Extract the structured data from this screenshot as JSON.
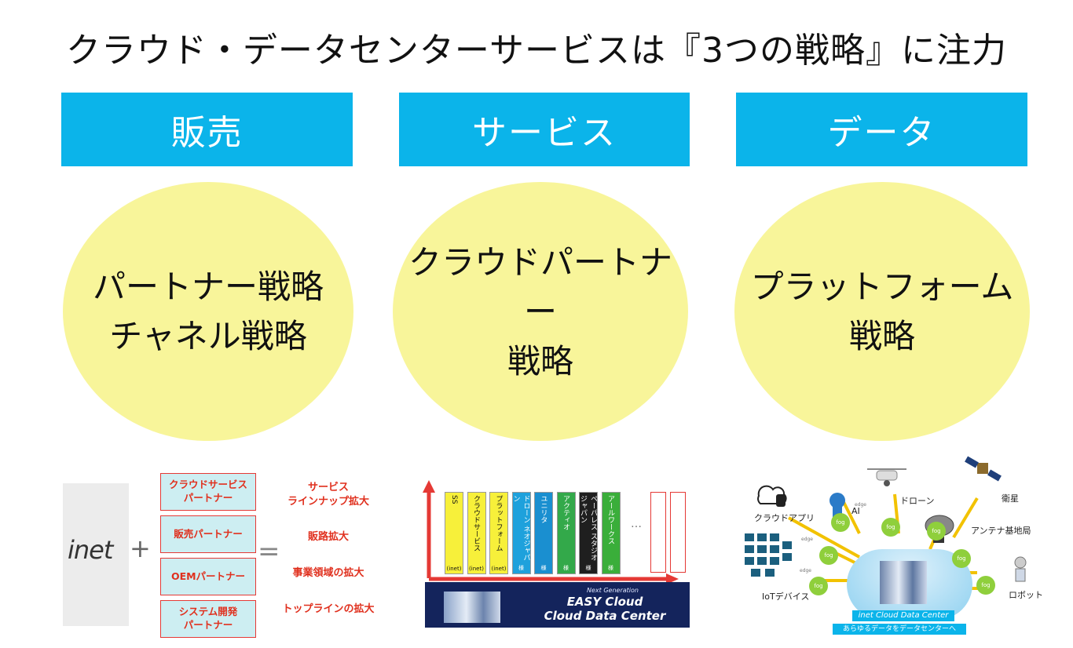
{
  "title": "クラウド・データセンターサービスは『3つの戦略』に注力",
  "pillars": [
    {
      "label": "販売",
      "circle_lines": [
        "パートナー戦略",
        "チャネル戦略"
      ]
    },
    {
      "label": "サービス",
      "circle_lines": [
        "クラウドパートナー",
        "戦略"
      ]
    },
    {
      "label": "データ",
      "circle_lines": [
        "プラットフォーム",
        "戦略"
      ]
    }
  ],
  "sales": {
    "logo": "inet",
    "plus": "+",
    "equals": "=",
    "partners": [
      {
        "label": "クラウドサービス\nパートナー"
      },
      {
        "label": "販売パートナー"
      },
      {
        "label": "OEMパートナー"
      },
      {
        "label": "システム開発\nパートナー"
      }
    ],
    "results": [
      "サービス\nラインナップ拡大",
      "販路拡大",
      "事業領域の拡大",
      "トップラインの拡大"
    ]
  },
  "service": {
    "columns": [
      {
        "label": "SS",
        "sub": "(inet)",
        "color": "#f7f03a",
        "text": "#111"
      },
      {
        "label": "クラウドサービス",
        "sub": "(inet)",
        "color": "#f7f03a",
        "text": "#111"
      },
      {
        "label": "プラットフォーム",
        "sub": "(inet)",
        "color": "#f7f03a",
        "text": "#111"
      },
      {
        "label": "ドローン ネオジャパン",
        "sub": "様",
        "color": "#1ea1dc",
        "text": "#fff"
      },
      {
        "label": "ユニリタ",
        "sub": "様",
        "color": "#1a8fd0",
        "text": "#fff"
      },
      {
        "label": "アクティオ",
        "sub": "様",
        "color": "#33a94a",
        "text": "#fff"
      },
      {
        "label": "ペーパレス スタジオジャパン",
        "sub": "様",
        "color": "#1f1f1f",
        "text": "#fff"
      },
      {
        "label": "アールワークス",
        "sub": "様",
        "color": "#3aae3a",
        "text": "#fff"
      }
    ],
    "ellipsis": "…",
    "banner_small": "Next Generation",
    "banner_line1": "EASY Cloud",
    "banner_line2": "Cloud Data Center"
  },
  "data": {
    "cloud_app": "クラウドアプリ",
    "ai": "AI",
    "drone": "ドローン",
    "satellite": "衛星",
    "antenna": "アンテナ基地局",
    "iot": "IoTデバイス",
    "robot": "ロボット",
    "fog": "fog",
    "edge": "edge",
    "dc_name": "inet Cloud Data Center",
    "dc_tagline": "あらゆるデータをデータセンターへ"
  }
}
